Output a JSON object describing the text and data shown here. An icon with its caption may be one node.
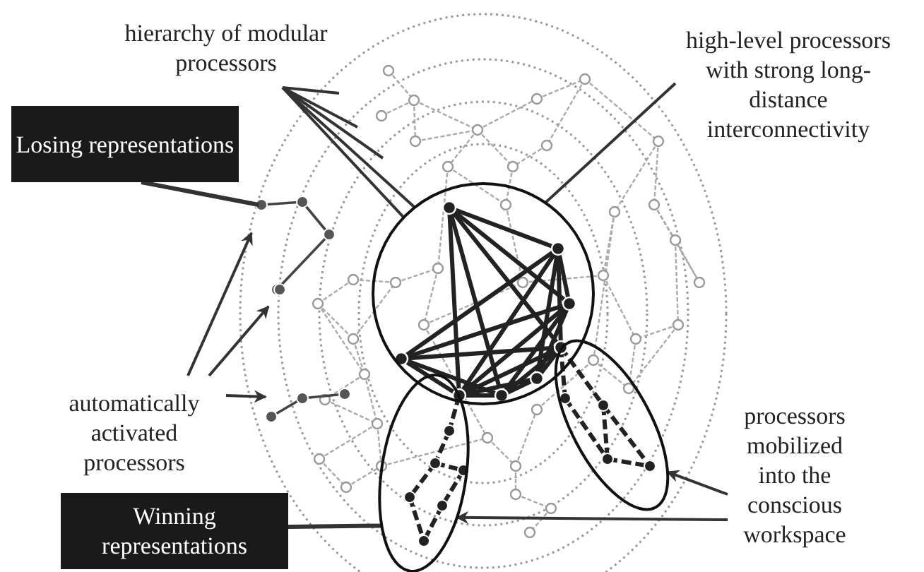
{
  "diagram": {
    "nodes": [
      {
        "text": [
          "hierarchy of modular processors"
        ]
      },
      {
        "text": [
          "high-level processors with strong long-distance interconnectivity"
        ]
      },
      {
        "text": [
          "Losing representations"
        ]
      },
      {
        "text": [
          "automatically activated processors"
        ]
      },
      {
        "text": [
          "Winning representations"
        ]
      },
      {
        "text": [
          "processors mobilized into the conscious workspace"
        ]
      },
      {
        "text": [],
        "shape": "circle"
      },
      {
        "text": [],
        "shape": "ellipse"
      },
      {
        "text": [],
        "shape": "ellipse"
      }
    ],
    "edges": [
      {
        "from": 0,
        "to": null,
        "arrow": "none"
      },
      {
        "from": 0,
        "to": null,
        "arrow": "none"
      },
      {
        "from": 0,
        "to": null,
        "arrow": "none"
      },
      {
        "from": 0,
        "to": 6,
        "arrow": "none"
      },
      {
        "from": 0,
        "to": 6,
        "arrow": "none"
      },
      {
        "from": 1,
        "to": 6,
        "arrow": "none"
      },
      {
        "from": 2,
        "to": null,
        "arrow": "none"
      },
      {
        "from": 3,
        "to": null,
        "arrow": "to"
      },
      {
        "from": 3,
        "to": null,
        "arrow": "to"
      },
      {
        "from": 3,
        "to": null,
        "arrow": "to"
      },
      {
        "from": 4,
        "to": 7,
        "arrow": "none"
      },
      {
        "from": 5,
        "to": 8,
        "arrow": "to"
      },
      {
        "from": 5,
        "to": 7,
        "arrow": "to"
      }
    ]
  }
}
